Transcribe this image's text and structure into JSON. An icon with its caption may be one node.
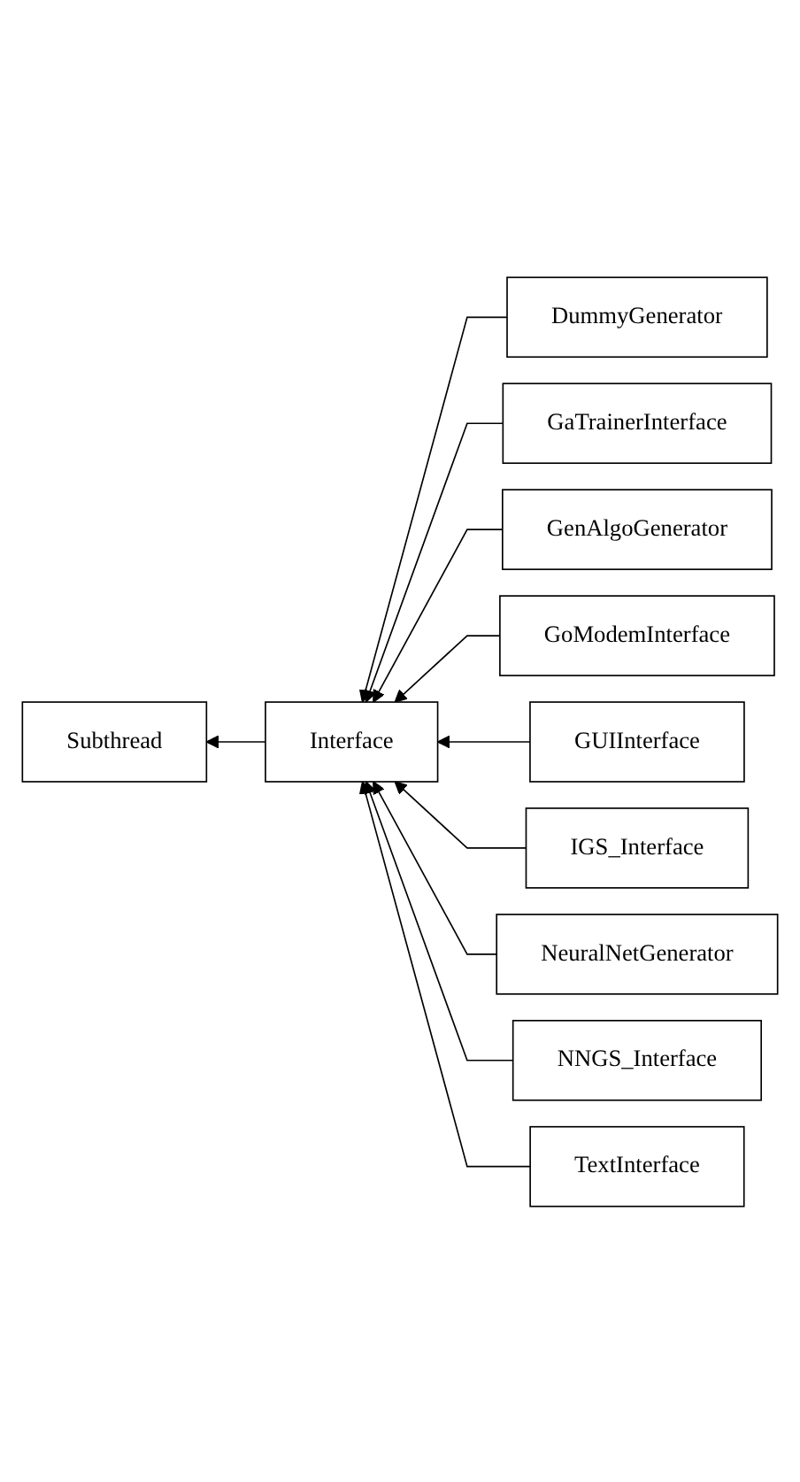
{
  "diagram": {
    "nodes": [
      {
        "text": [
          "Subthread"
        ]
      },
      {
        "text": [
          "Interface"
        ]
      },
      {
        "text": [
          "DummyGenerator"
        ]
      },
      {
        "text": [
          "GaTrainerInterface"
        ]
      },
      {
        "text": [
          "GenAlgoGenerator"
        ]
      },
      {
        "text": [
          "GoModemInterface"
        ]
      },
      {
        "text": [
          "GUIInterface"
        ]
      },
      {
        "text": [
          "IGS_Interface"
        ]
      },
      {
        "text": [
          "NeuralNetGenerator"
        ]
      },
      {
        "text": [
          "NNGS_Interface"
        ]
      },
      {
        "text": [
          "TextInterface"
        ]
      }
    ],
    "edges": [
      {
        "from": 1,
        "to": 0,
        "arrow": "to"
      },
      {
        "from": 2,
        "to": 1,
        "arrow": "to"
      },
      {
        "from": 3,
        "to": 1,
        "arrow": "to"
      },
      {
        "from": 4,
        "to": 1,
        "arrow": "to"
      },
      {
        "from": 5,
        "to": 1,
        "arrow": "to"
      },
      {
        "from": 6,
        "to": 1,
        "arrow": "to"
      },
      {
        "from": 7,
        "to": 1,
        "arrow": "to"
      },
      {
        "from": 8,
        "to": 1,
        "arrow": "to"
      },
      {
        "from": 9,
        "to": 1,
        "arrow": "to"
      },
      {
        "from": 10,
        "to": 1,
        "arrow": "to"
      }
    ]
  }
}
